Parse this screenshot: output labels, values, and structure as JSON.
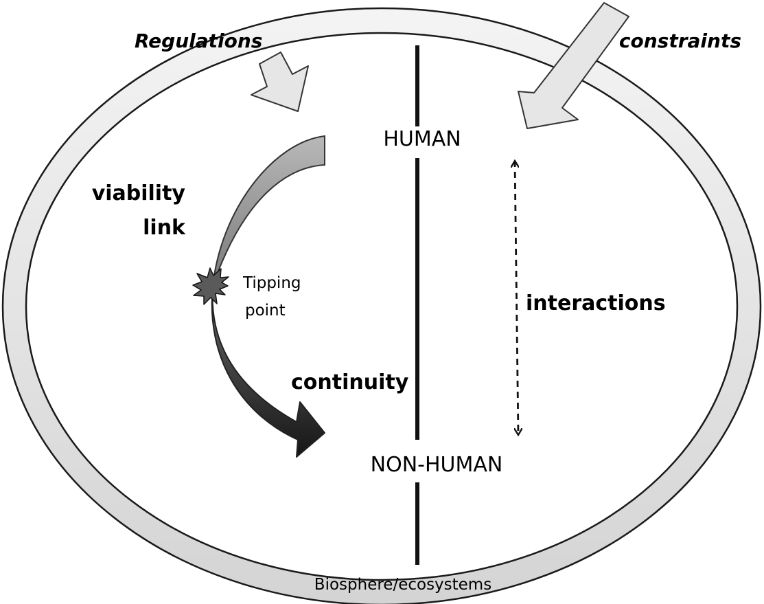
{
  "labels": {
    "regulations": "Regulations",
    "constraints": "constraints",
    "human": "HUMAN",
    "non_human": "NON-HUMAN",
    "viability_line1": "viability",
    "viability_line2": "link",
    "tipping_line1": "Tipping",
    "tipping_line2": "point",
    "continuity": "continuity",
    "interactions": "interactions",
    "biosphere": "Biosphere/ecosystems"
  },
  "colors": {
    "ring_light": "#f4f4f4",
    "ring_dark": "#d4d4d4",
    "outline": "#1a1a1a",
    "divider": "#111111",
    "arc_top_light": "#b8b8b8",
    "arc_top_dark": "#7a7a7a",
    "arc_bottom_light": "#6a6a6a",
    "arc_bottom_dark": "#161616",
    "input_arrow_fill": "#e6e6e6",
    "tipping_star": "#5a5a5a"
  }
}
